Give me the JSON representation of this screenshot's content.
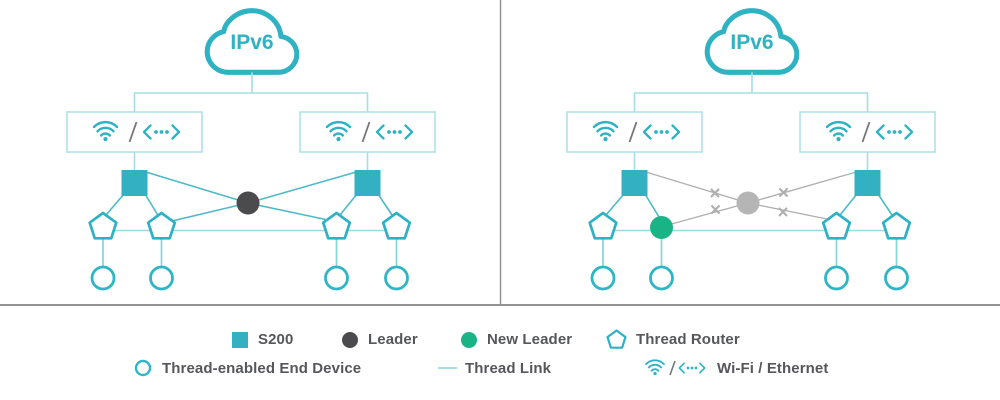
{
  "panels": [
    {
      "name": "before-leader-failure",
      "cloud_label": "IPv6"
    },
    {
      "name": "after-leader-failure",
      "cloud_label": "IPv6"
    }
  ],
  "legend": {
    "items": [
      {
        "icon": "s200-square",
        "label": "S200"
      },
      {
        "icon": "leader-dot",
        "label": "Leader"
      },
      {
        "icon": "new-leader-dot",
        "label": "New Leader"
      },
      {
        "icon": "thread-router-pentagon",
        "label": "Thread Router"
      },
      {
        "icon": "end-device-circle",
        "label": "Thread-enabled End Device"
      },
      {
        "icon": "thread-link-line",
        "label": "Thread Link"
      },
      {
        "icon": "wifi-ethernet",
        "label": "Wi-Fi / Ethernet"
      }
    ]
  },
  "colors": {
    "teal": "#2fb3c3",
    "teal_fill": "#33b1c3",
    "teal_light": "#a5dee5",
    "teal_link": "#4cbac8",
    "leader_dark": "#4b4b4d",
    "leader_inactive": "#b5b5b5",
    "new_leader_green": "#19b385",
    "broken_link_gray": "#b0b0b0",
    "legend_text": "#56575a",
    "divider_gray": "#8d8d8d"
  }
}
